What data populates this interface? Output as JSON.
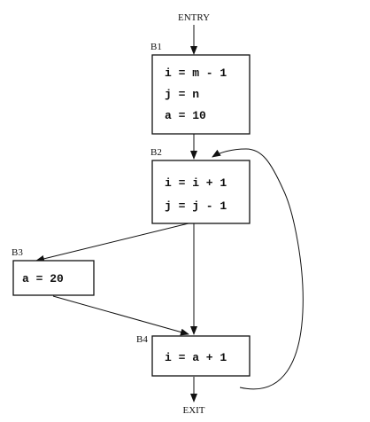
{
  "entry_label": "ENTRY",
  "exit_label": "EXIT",
  "blocks": [
    {
      "id": "B1",
      "label": "B1",
      "lines": [
        "i = m - 1",
        "j = n",
        "a = 10"
      ]
    },
    {
      "id": "B2",
      "label": "B2",
      "lines": [
        "i = i + 1",
        "j = j - 1"
      ]
    },
    {
      "id": "B3",
      "label": "B3",
      "lines": [
        "a = 20"
      ]
    },
    {
      "id": "B4",
      "label": "B4",
      "lines": [
        "i = a + 1"
      ]
    }
  ],
  "edges": [
    {
      "from": "ENTRY",
      "to": "B1"
    },
    {
      "from": "B1",
      "to": "B2"
    },
    {
      "from": "B2",
      "to": "B3"
    },
    {
      "from": "B2",
      "to": "B4"
    },
    {
      "from": "B3",
      "to": "B4"
    },
    {
      "from": "B4",
      "to": "B2"
    },
    {
      "from": "B4",
      "to": "EXIT"
    }
  ]
}
